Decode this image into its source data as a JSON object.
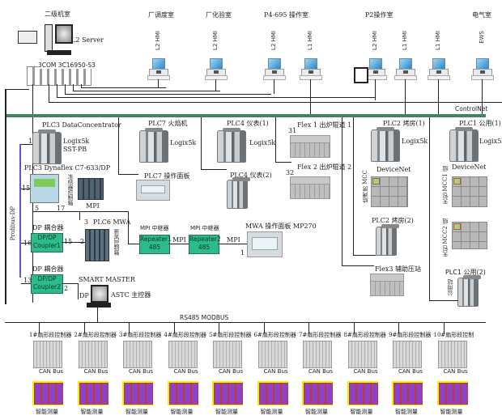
{
  "top": {
    "server_room_label": "二级机室",
    "server_label": "L2 Server",
    "switch_label": "3COM 3C16950-S3",
    "stations": [
      {
        "room": "厂调度室",
        "device": "L2 HMI"
      },
      {
        "room": "厂化验室",
        "device": "L2 HMI"
      },
      {
        "room": "P4-695 操作室",
        "device": "L2 HMI"
      },
      {
        "room": "",
        "device": "L1 HMI"
      },
      {
        "room": "P2操作室",
        "device": "L2 HMI"
      },
      {
        "room": "",
        "device": "L1 HMI"
      },
      {
        "room": "",
        "device": "L1 HMI"
      },
      {
        "room": "电气室",
        "device": "EWS"
      }
    ]
  },
  "controlnet": {
    "label": "ControlNet"
  },
  "nodes": {
    "plc3": {
      "title": "PLC3 DataConcentrator",
      "model": "Logix5k",
      "sub": "SST-PB",
      "port": "1"
    },
    "plc3_dyna": {
      "title": "PLC3 Dynaflex  C7-633/DP",
      "side": "冻结器控制箱",
      "mpi": "MPI",
      "port_left": "15",
      "port_b1": "5",
      "port_b2": "17"
    },
    "plc7": {
      "title": "PLC7 火焰机",
      "model": "Logix5k"
    },
    "plc7_panel": {
      "title": "PLC7 操作面板"
    },
    "plc4_1": {
      "title": "PLC4 仪表(1)",
      "model": "Logix5k"
    },
    "plc4_2": {
      "title": "PLC4 仪表(2)"
    },
    "flex1": {
      "title": "Flex 1 出炉辊道 1",
      "port": "31"
    },
    "flex2": {
      "title": "Flex 2 出炉辊道 2",
      "port": "32"
    },
    "plc2_1": {
      "title": "PLC2 烤房(1)",
      "model": "Logix5k",
      "net": "DeviceNet",
      "mcc": "给烤房 MCC"
    },
    "plc2_2": {
      "title": "PLC2 烤房(2)"
    },
    "flex3": {
      "title": "Flex3 辅助压站"
    },
    "plc1_1": {
      "title": "PLC1 公用(1)",
      "model": "Logix5k",
      "net": "DeviceNet",
      "mcc1": "天包 MCC1 组",
      "mcc2": "天包 MCC2 组"
    },
    "plc1_2": {
      "title": "PLC1 公用(2)",
      "side": "公用站"
    },
    "coupler1": {
      "title": "DP 耦合器",
      "line1": "DP/DP",
      "line2": "Coupler1",
      "port_left": "16",
      "port_right": "15"
    },
    "coupler2": {
      "title": "DP 耦合器",
      "line1": "DP/DP",
      "line2": "Coupler2",
      "port_left": "13",
      "port_right": "2"
    },
    "plc6": {
      "title": "PLC6 MWA",
      "side": "新风控制箱",
      "port_top": "3",
      "port_left": "2"
    },
    "repeater1": {
      "title": "MPI 中继器",
      "line1": "Repeater1",
      "line2": "485"
    },
    "repeater2": {
      "title": "MPI 中继器",
      "line1": "Repeater2",
      "line2": "485"
    },
    "mp270": {
      "title": "MWA 操作面板 MP270",
      "port": "1"
    },
    "mpi_label_1": "MPI",
    "mpi_label_2": "MPI",
    "smart_master": {
      "title": "SMART MASTER",
      "sub": "ASTC 主控器",
      "dp": "DP"
    },
    "profibus": "Profibus-DP"
  },
  "modbus": {
    "label": "RS485 MODBUS"
  },
  "controllers": [
    {
      "label": "1#扇形段控制器",
      "bus": "CAN Bus",
      "bottom": "智能测量"
    },
    {
      "label": "2#扇形段控制器",
      "bus": "CAN Bus",
      "bottom": "智能测量"
    },
    {
      "label": "3#扇形段控制器",
      "bus": "CAN Bus",
      "bottom": "智能测量"
    },
    {
      "label": "4#扇形段控制器",
      "bus": "CAN Bus",
      "bottom": "智能测量"
    },
    {
      "label": "5#扇形段控制器",
      "bus": "CAN Bus",
      "bottom": "智能测量"
    },
    {
      "label": "6#扇形段控制器",
      "bus": "CAN Bus",
      "bottom": "智能测量"
    },
    {
      "label": "7#扇形段控制器",
      "bus": "CAN Bus",
      "bottom": "智能测量"
    },
    {
      "label": "8#扇形段控制器",
      "bus": "CAN Bus",
      "bottom": "智能测量"
    },
    {
      "label": "9#扇形段控制器",
      "bus": "CAN Bus",
      "bottom": "智能测量"
    },
    {
      "label": "10#扇形段控制",
      "bus": "CAN Bus",
      "bottom": "智能测量"
    }
  ],
  "colors": {
    "controlnet": "#3a8a5a",
    "profibus": "#5a56d6",
    "coupler": "#2dbb8e",
    "can_bg": "#f5f000",
    "can_module": "#8b43c9"
  }
}
